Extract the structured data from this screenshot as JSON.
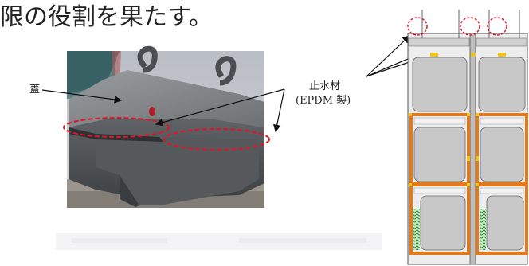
{
  "heading": "限の役割を果たす。",
  "photo": {
    "lid_label": "蓋",
    "sealant_label_line1": "止水材",
    "sealant_label_line2": "(EPDM 製)"
  },
  "colors": {
    "highlight": "#e0152a",
    "frame": "#e07a1e",
    "container_fill": "#c8c8c8",
    "spring": "#2e9e38"
  }
}
